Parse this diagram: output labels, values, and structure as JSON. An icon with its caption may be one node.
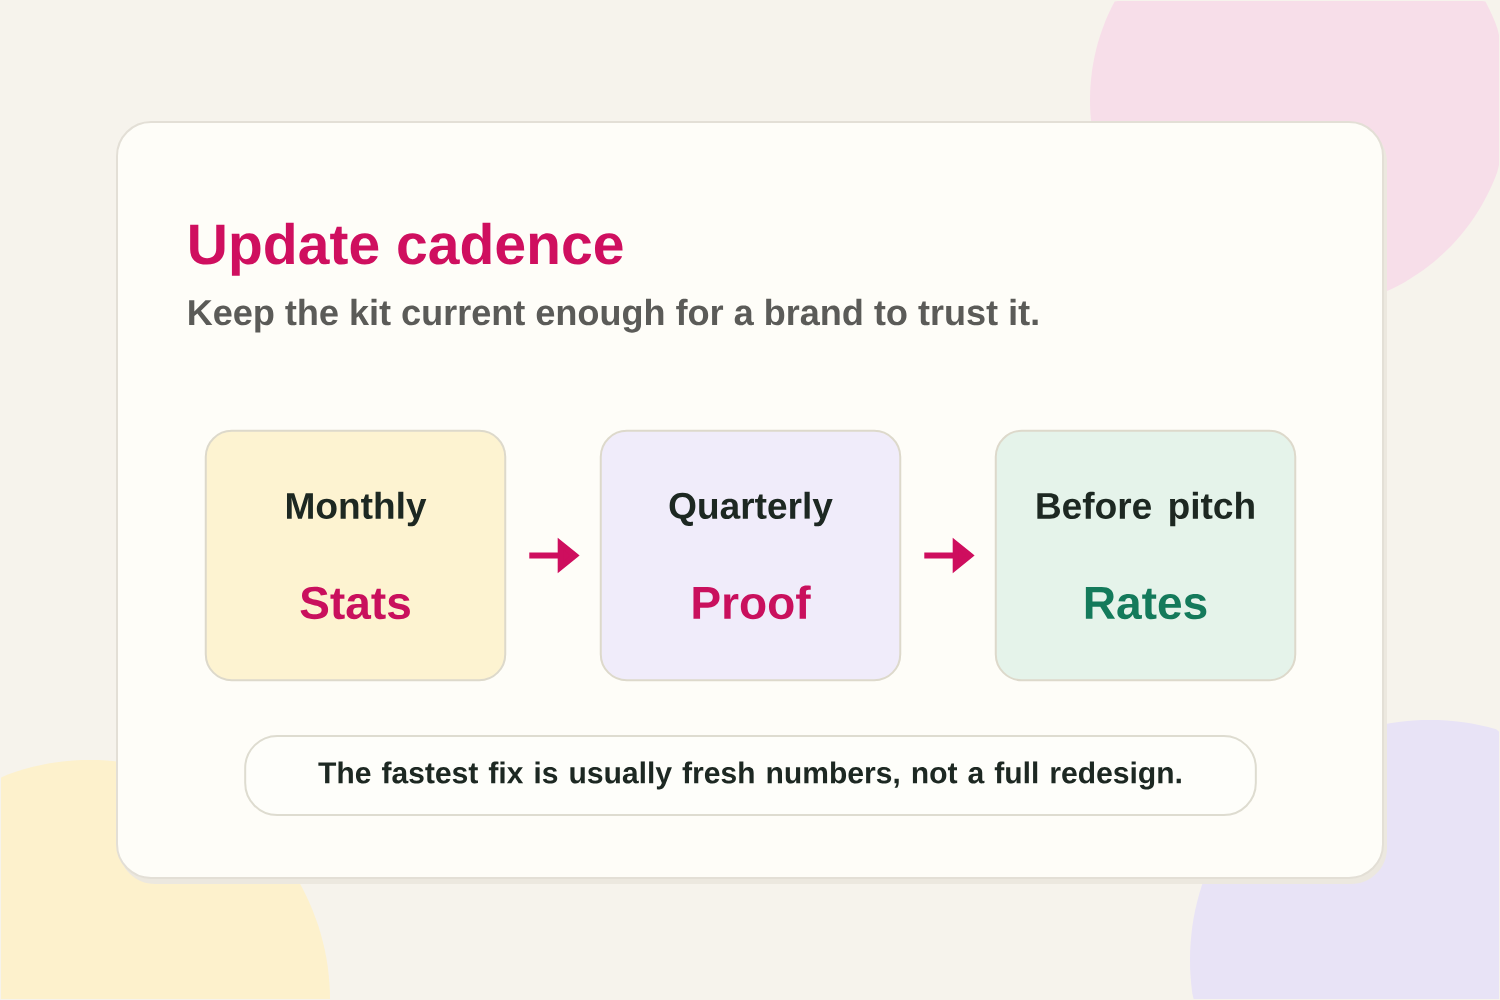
{
  "diagram": {
    "title": "Update cadence",
    "nodes": [
      {
        "text": [
          "Monthly",
          "Stats"
        ]
      },
      {
        "text": [
          "Quarterly",
          "Proof"
        ]
      },
      {
        "text": [
          "Before pitch",
          "Rates"
        ]
      },
      {
        "text": [
          "The fastest fix is usually fresh numbers, not a full redesign."
        ]
      }
    ],
    "edges": [
      {
        "from": 0,
        "to": 1,
        "arrow": "to"
      },
      {
        "from": 1,
        "to": 2,
        "arrow": "to"
      }
    ],
    "labels": [
      "Keep the kit current enough for a brand to trust it."
    ]
  }
}
